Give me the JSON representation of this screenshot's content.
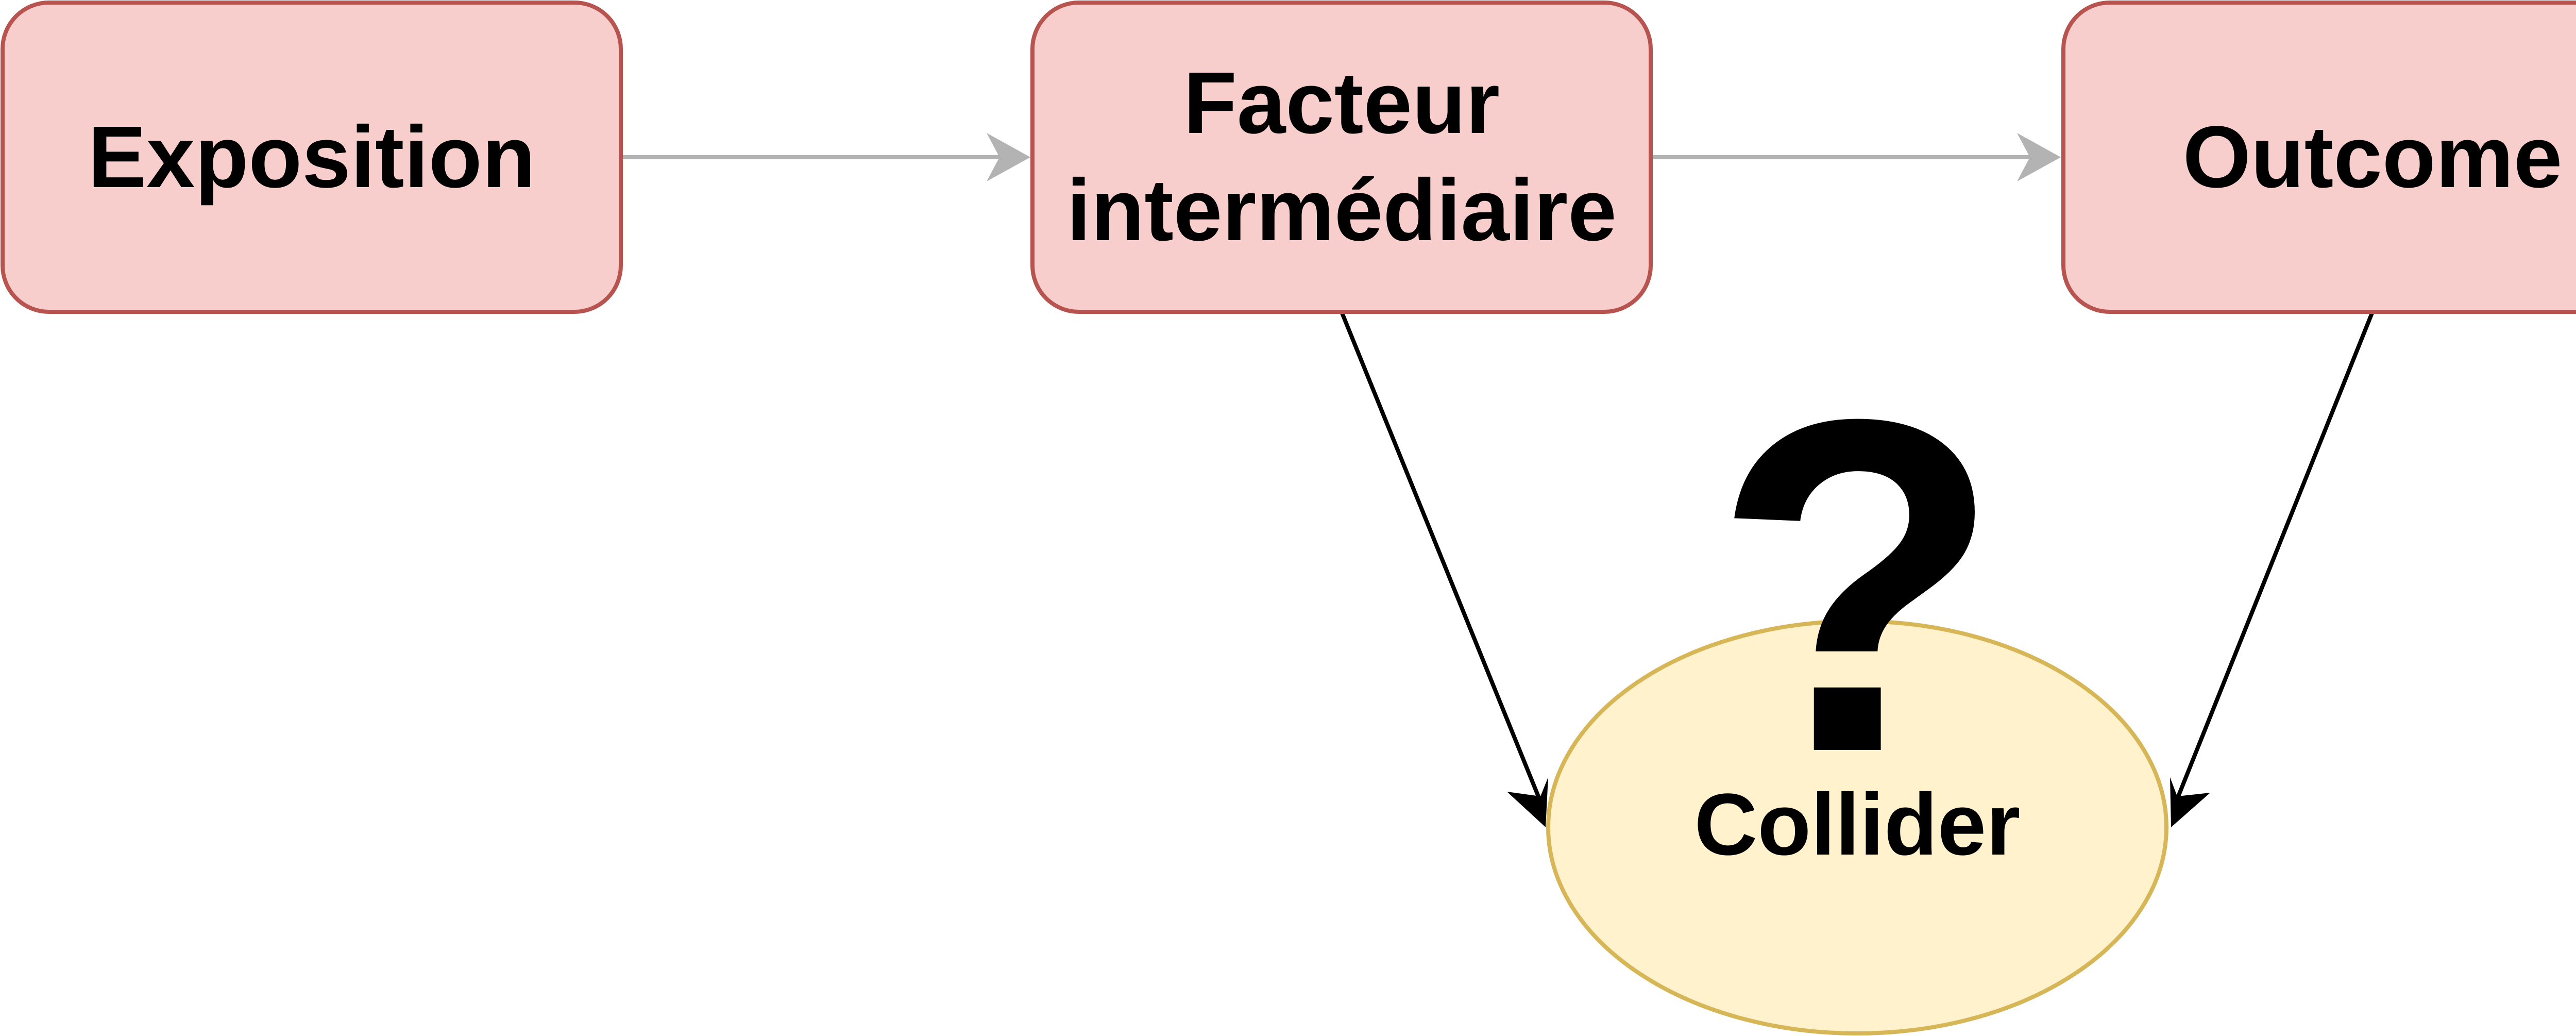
{
  "diagram": {
    "type": "causal-dag",
    "colors": {
      "box_fill": "#f8cecc",
      "box_stroke": "#b85450",
      "ellipse_fill": "#fff2cc",
      "ellipse_stroke": "#d6b656",
      "grey_edge": "#b3b3b3",
      "black_edge": "#000000"
    },
    "nodes": {
      "exposition": {
        "label": "Exposition"
      },
      "intermediate": {
        "line1": "Facteur",
        "line2": "intermédiaire"
      },
      "outcome": {
        "label": "Outcome"
      },
      "collider": {
        "label": "Collider"
      }
    },
    "question_mark": "?",
    "edges": [
      {
        "from": "Exposition",
        "to": "Facteur intermédiaire",
        "style": "grey"
      },
      {
        "from": "Facteur intermédiaire",
        "to": "Outcome",
        "style": "grey"
      },
      {
        "from": "Facteur intermédiaire",
        "to": "Collider",
        "style": "black"
      },
      {
        "from": "Outcome",
        "to": "Collider",
        "style": "black"
      }
    ]
  }
}
